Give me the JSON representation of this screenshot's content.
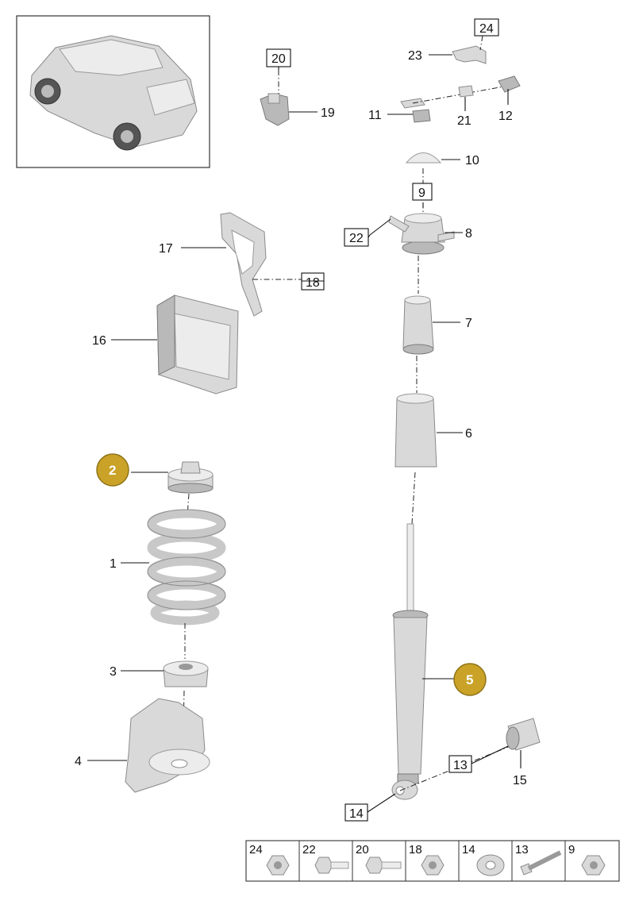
{
  "callouts": {
    "c1": "1",
    "c2": "2",
    "c3": "3",
    "c4": "4",
    "c5": "5",
    "c6": "6",
    "c7": "7",
    "c8": "8",
    "c9": "9",
    "c10": "10",
    "c11": "11",
    "c12": "12",
    "c13": "13",
    "c14": "14",
    "c15": "15",
    "c16": "16",
    "c17": "17",
    "c18": "18",
    "c19": "19",
    "c20": "20",
    "c21": "21",
    "c22": "22",
    "c23": "23",
    "c24": "24"
  },
  "hardware_strip": [
    "24",
    "22",
    "20",
    "18",
    "14",
    "13",
    "9"
  ],
  "colors": {
    "badge": "#c9a227",
    "part": "#d9d9d9",
    "line": "#111111"
  }
}
